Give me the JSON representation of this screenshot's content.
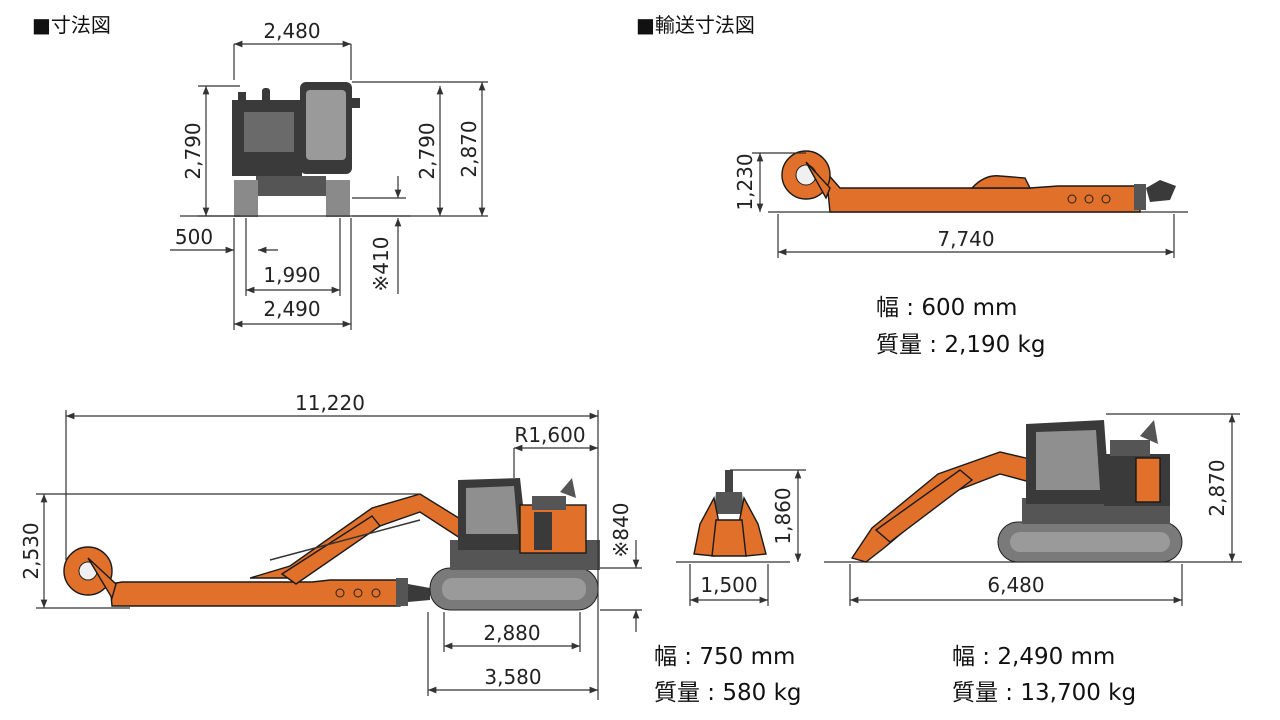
{
  "headings": {
    "dimensions": "■寸法図",
    "transport": "■輸送寸法図"
  },
  "front_view": {
    "top_width": "2,480",
    "cab_height_left": "2,790",
    "cab_height_right": "2,790",
    "overall_height": "2,870",
    "shoe_width": "500",
    "track_gauge": "1,990",
    "crawler_width": "2,490",
    "ground_clearance": "※410"
  },
  "side_view": {
    "overall_length": "11,220",
    "tail_radius": "R1,600",
    "height": "2,530",
    "counterweight_clearance": "※840",
    "tumbler_distance": "2,880",
    "crawler_length": "3,580"
  },
  "transport_boom": {
    "height": "1,230",
    "length": "7,740",
    "width_spec": "幅 : 600 mm",
    "mass_spec": "質量 : 2,190 kg"
  },
  "transport_grapple": {
    "height": "1,860",
    "width": "1,500",
    "width_spec": "幅 : 750 mm",
    "mass_spec": "質量 : 580 kg"
  },
  "transport_machine": {
    "height": "2,870",
    "length": "6,480",
    "width_spec": "幅 : 2,490 mm",
    "mass_spec": "質量 : 13,700 kg"
  },
  "colors": {
    "machine_orange": "#e0702a",
    "machine_dark": "#3a3a3a",
    "line": "#333333"
  }
}
